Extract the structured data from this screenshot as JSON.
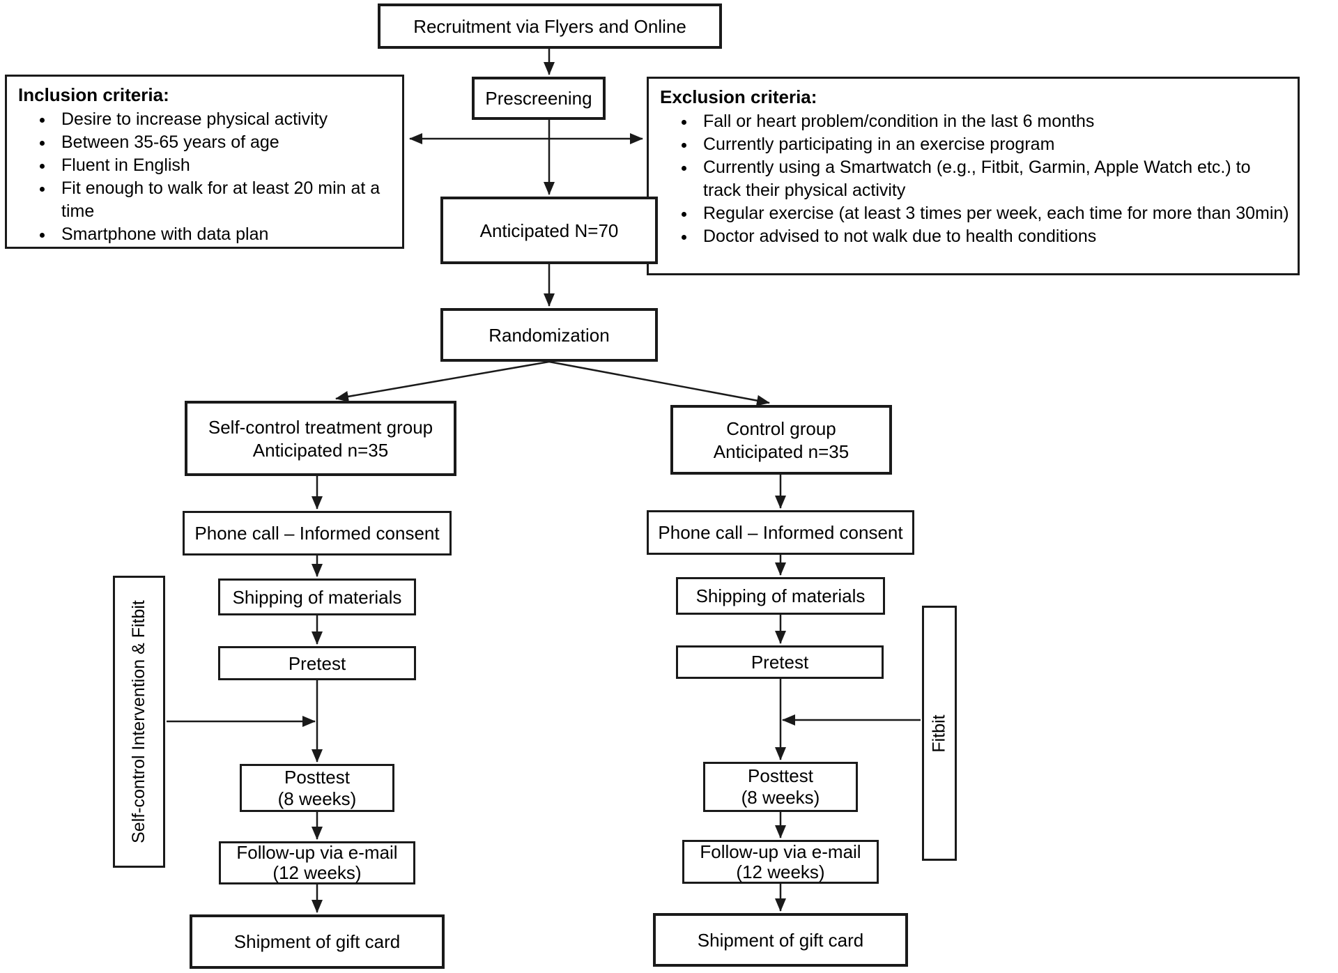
{
  "diagram_title": "Study recruitment and procedure flowchart",
  "colors": {
    "ink": "#1a1a1a",
    "background": "#ffffff",
    "text": "#000000"
  },
  "nodes": {
    "recruitment": {
      "label": "Recruitment via Flyers and Online"
    },
    "prescreening": {
      "label": "Prescreening"
    },
    "anticipated": {
      "label": "Anticipated N=70"
    },
    "randomization": {
      "label": "Randomization"
    },
    "treatment_group": {
      "line1": "Self-control treatment group",
      "line2": "Anticipated n=35"
    },
    "control_group": {
      "line1": "Control group",
      "line2": "Anticipated n=35"
    },
    "phone_call": {
      "label": "Phone call – Informed consent"
    },
    "shipping": {
      "label": "Shipping of materials"
    },
    "pretest": {
      "label": "Pretest"
    },
    "posttest": {
      "line1": "Posttest",
      "line2": "(8 weeks)"
    },
    "followup": {
      "line1": "Follow-up via e-mail",
      "line2": "(12 weeks)"
    },
    "gift_card": {
      "label": "Shipment of gift card"
    },
    "intervention_sidebar": {
      "label": "Self-control Intervention & Fitbit"
    },
    "fitbit_sidebar": {
      "label": "Fitbit"
    }
  },
  "inclusion": {
    "title": "Inclusion criteria:",
    "items": [
      "Desire to increase physical activity",
      "Between 35-65 years of age",
      "Fluent in English",
      "Fit enough to walk for at least 20 min at a time",
      "Smartphone with data plan"
    ]
  },
  "exclusion": {
    "title": "Exclusion criteria:",
    "items": [
      "Fall or heart problem/condition in the last 6 months",
      "Currently participating in an exercise program",
      "Currently using a Smartwatch (e.g., Fitbit, Garmin, Apple Watch etc.) to track their physical activity",
      "Regular exercise (at least 3 times per week, each time for more than 30min)",
      "Doctor advised to not walk due to health conditions"
    ]
  }
}
